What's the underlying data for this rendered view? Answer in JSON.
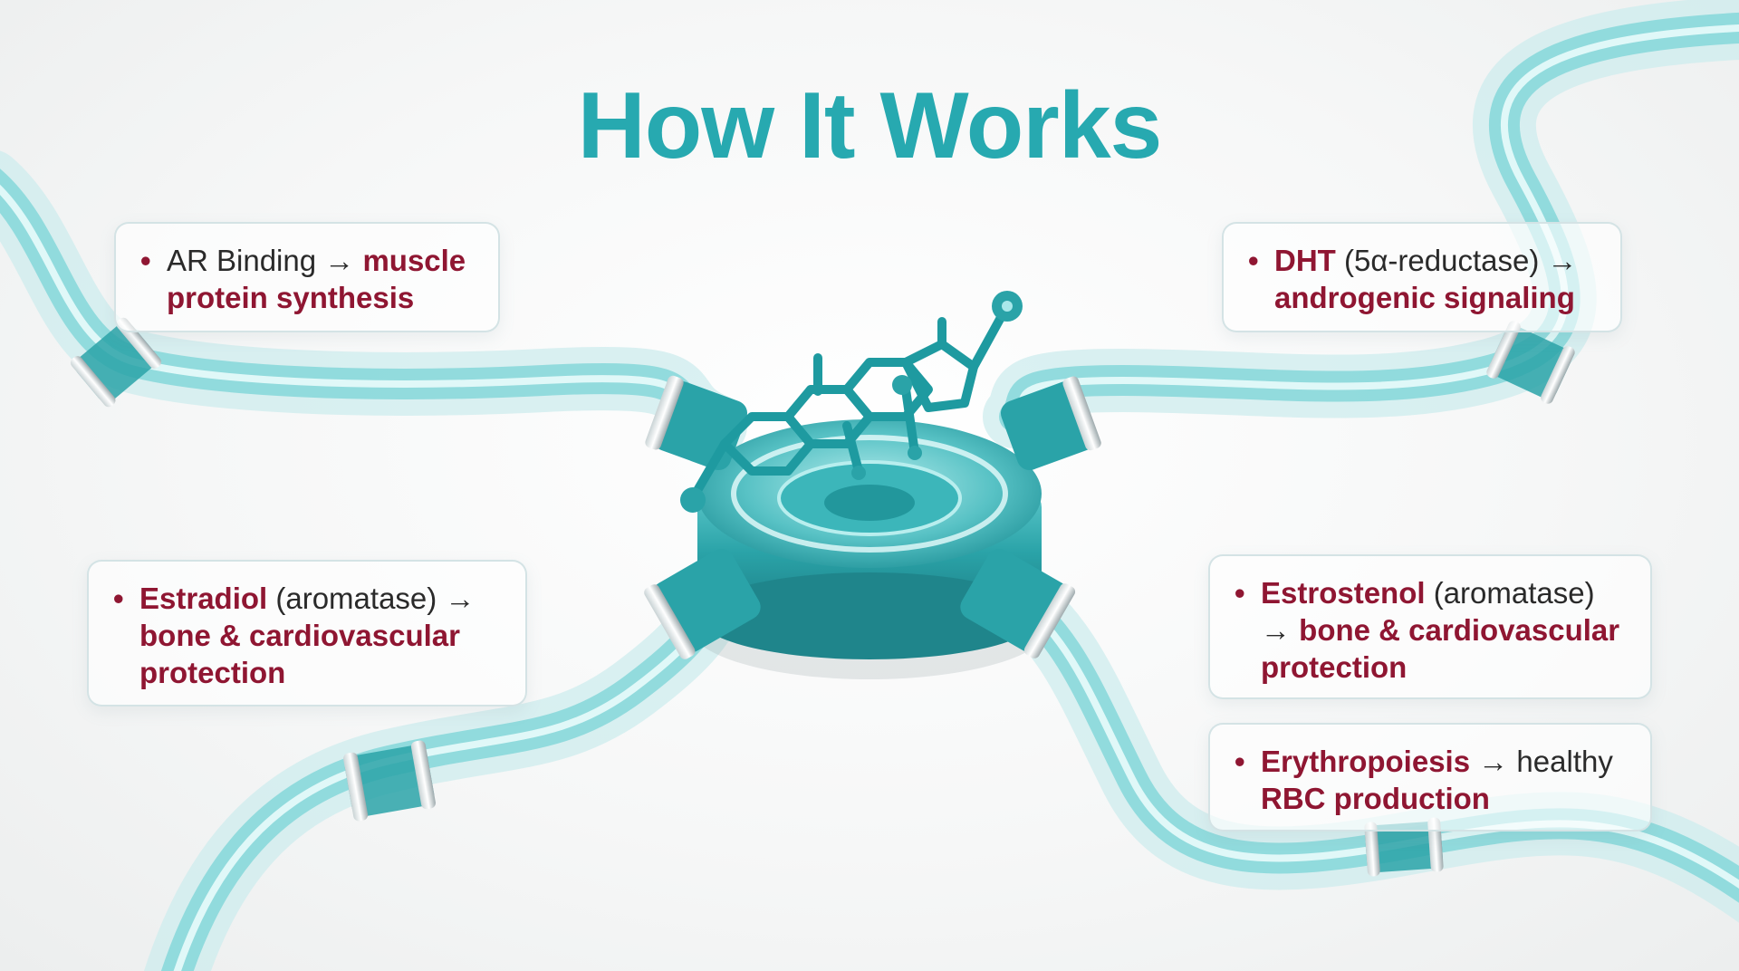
{
  "title": "How It Works",
  "arrow": "→",
  "cards": [
    {
      "pre": "AR Binding ",
      "hl1": "",
      "mid": "",
      "hl2": "muscle protein synthesis",
      "post": ""
    },
    {
      "pre": "",
      "hl1": "DHT",
      "mid": " (5α-reductase) ",
      "hl2": "androgenic signaling",
      "post": ""
    },
    {
      "pre": "",
      "hl1": "Estradiol",
      "mid": " (aromatase) ",
      "hl2": "bone & cardiovascular protection",
      "post": ""
    },
    {
      "pre": "",
      "hl1": "Estrostenol",
      "mid": " (aromatase) ",
      "hl2": "bone & cardiovascular protection",
      "post": ""
    },
    {
      "pre": "",
      "hl1": "Erythropoiesis",
      "mid": " ",
      "hl2": "",
      "post": "healthy ",
      "hl3": "RBC production"
    }
  ],
  "colors": {
    "title": "#27a9b0",
    "highlight": "#8f1632",
    "tube": "#7fd6d8",
    "hub": "#2aa3a8"
  },
  "icons": {
    "hub": "steroid-molecule-hub-icon",
    "tubes": "glass-tube-icon"
  }
}
